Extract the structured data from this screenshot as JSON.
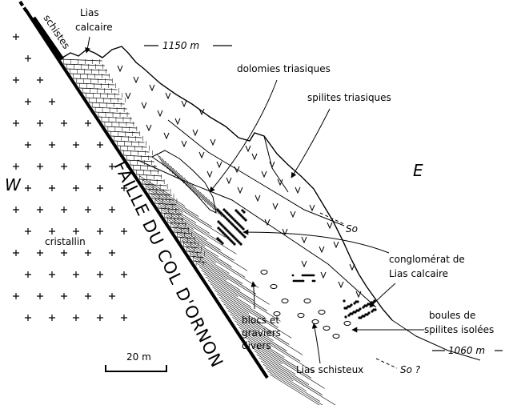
{
  "labels": {
    "schistes": "schistes",
    "lias_calcaire_l1": "Lias",
    "lias_calcaire_l2": "calcaire",
    "alt_top": "1150 m",
    "dolomies": "dolomies triasiques",
    "spilites": "spilites triasiques",
    "west": "W",
    "east": "E",
    "fault": "FAILLE DU COL D'ORNON",
    "so": "So",
    "cristallin": "cristallin",
    "conglo_l1": "conglomérat de",
    "conglo_l2": "Lias calcaire",
    "boules_l1": "boules de",
    "boules_l2": "spilites isolées",
    "blocs_l1": "blocs et",
    "blocs_l2": "graviers",
    "blocs_l3": "divers",
    "alt_bottom": "1060 m",
    "so_q": "So ?",
    "scale": "20 m",
    "lias_schisteux": "Lias schisteux"
  }
}
